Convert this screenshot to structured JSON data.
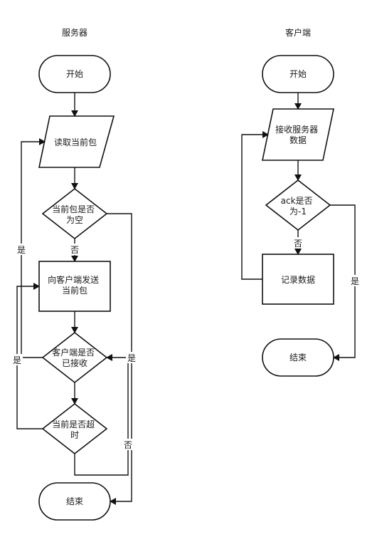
{
  "server": {
    "title": "服务器",
    "start": "开始",
    "read_packet": "读取当前包",
    "is_empty": [
      "当前包是否",
      "为空"
    ],
    "send_packet": [
      "向客户端发送",
      "当前包"
    ],
    "client_received": [
      "客户端是否",
      "已接收"
    ],
    "timeout": [
      "当前是否超",
      "时"
    ],
    "end": "结束",
    "edge_labels": {
      "empty_yes": "是",
      "empty_no": "否",
      "received_yes": "是",
      "received_no": "是",
      "timeout_no": "否"
    }
  },
  "client": {
    "title": "客户端",
    "start": "开始",
    "receive_data": [
      "接收服务器",
      "数据"
    ],
    "ack_check": [
      "ack是否",
      "为-1"
    ],
    "record_data": "记录数据",
    "end": "结束",
    "edge_labels": {
      "ack_no": "否",
      "ack_yes": "是"
    }
  }
}
